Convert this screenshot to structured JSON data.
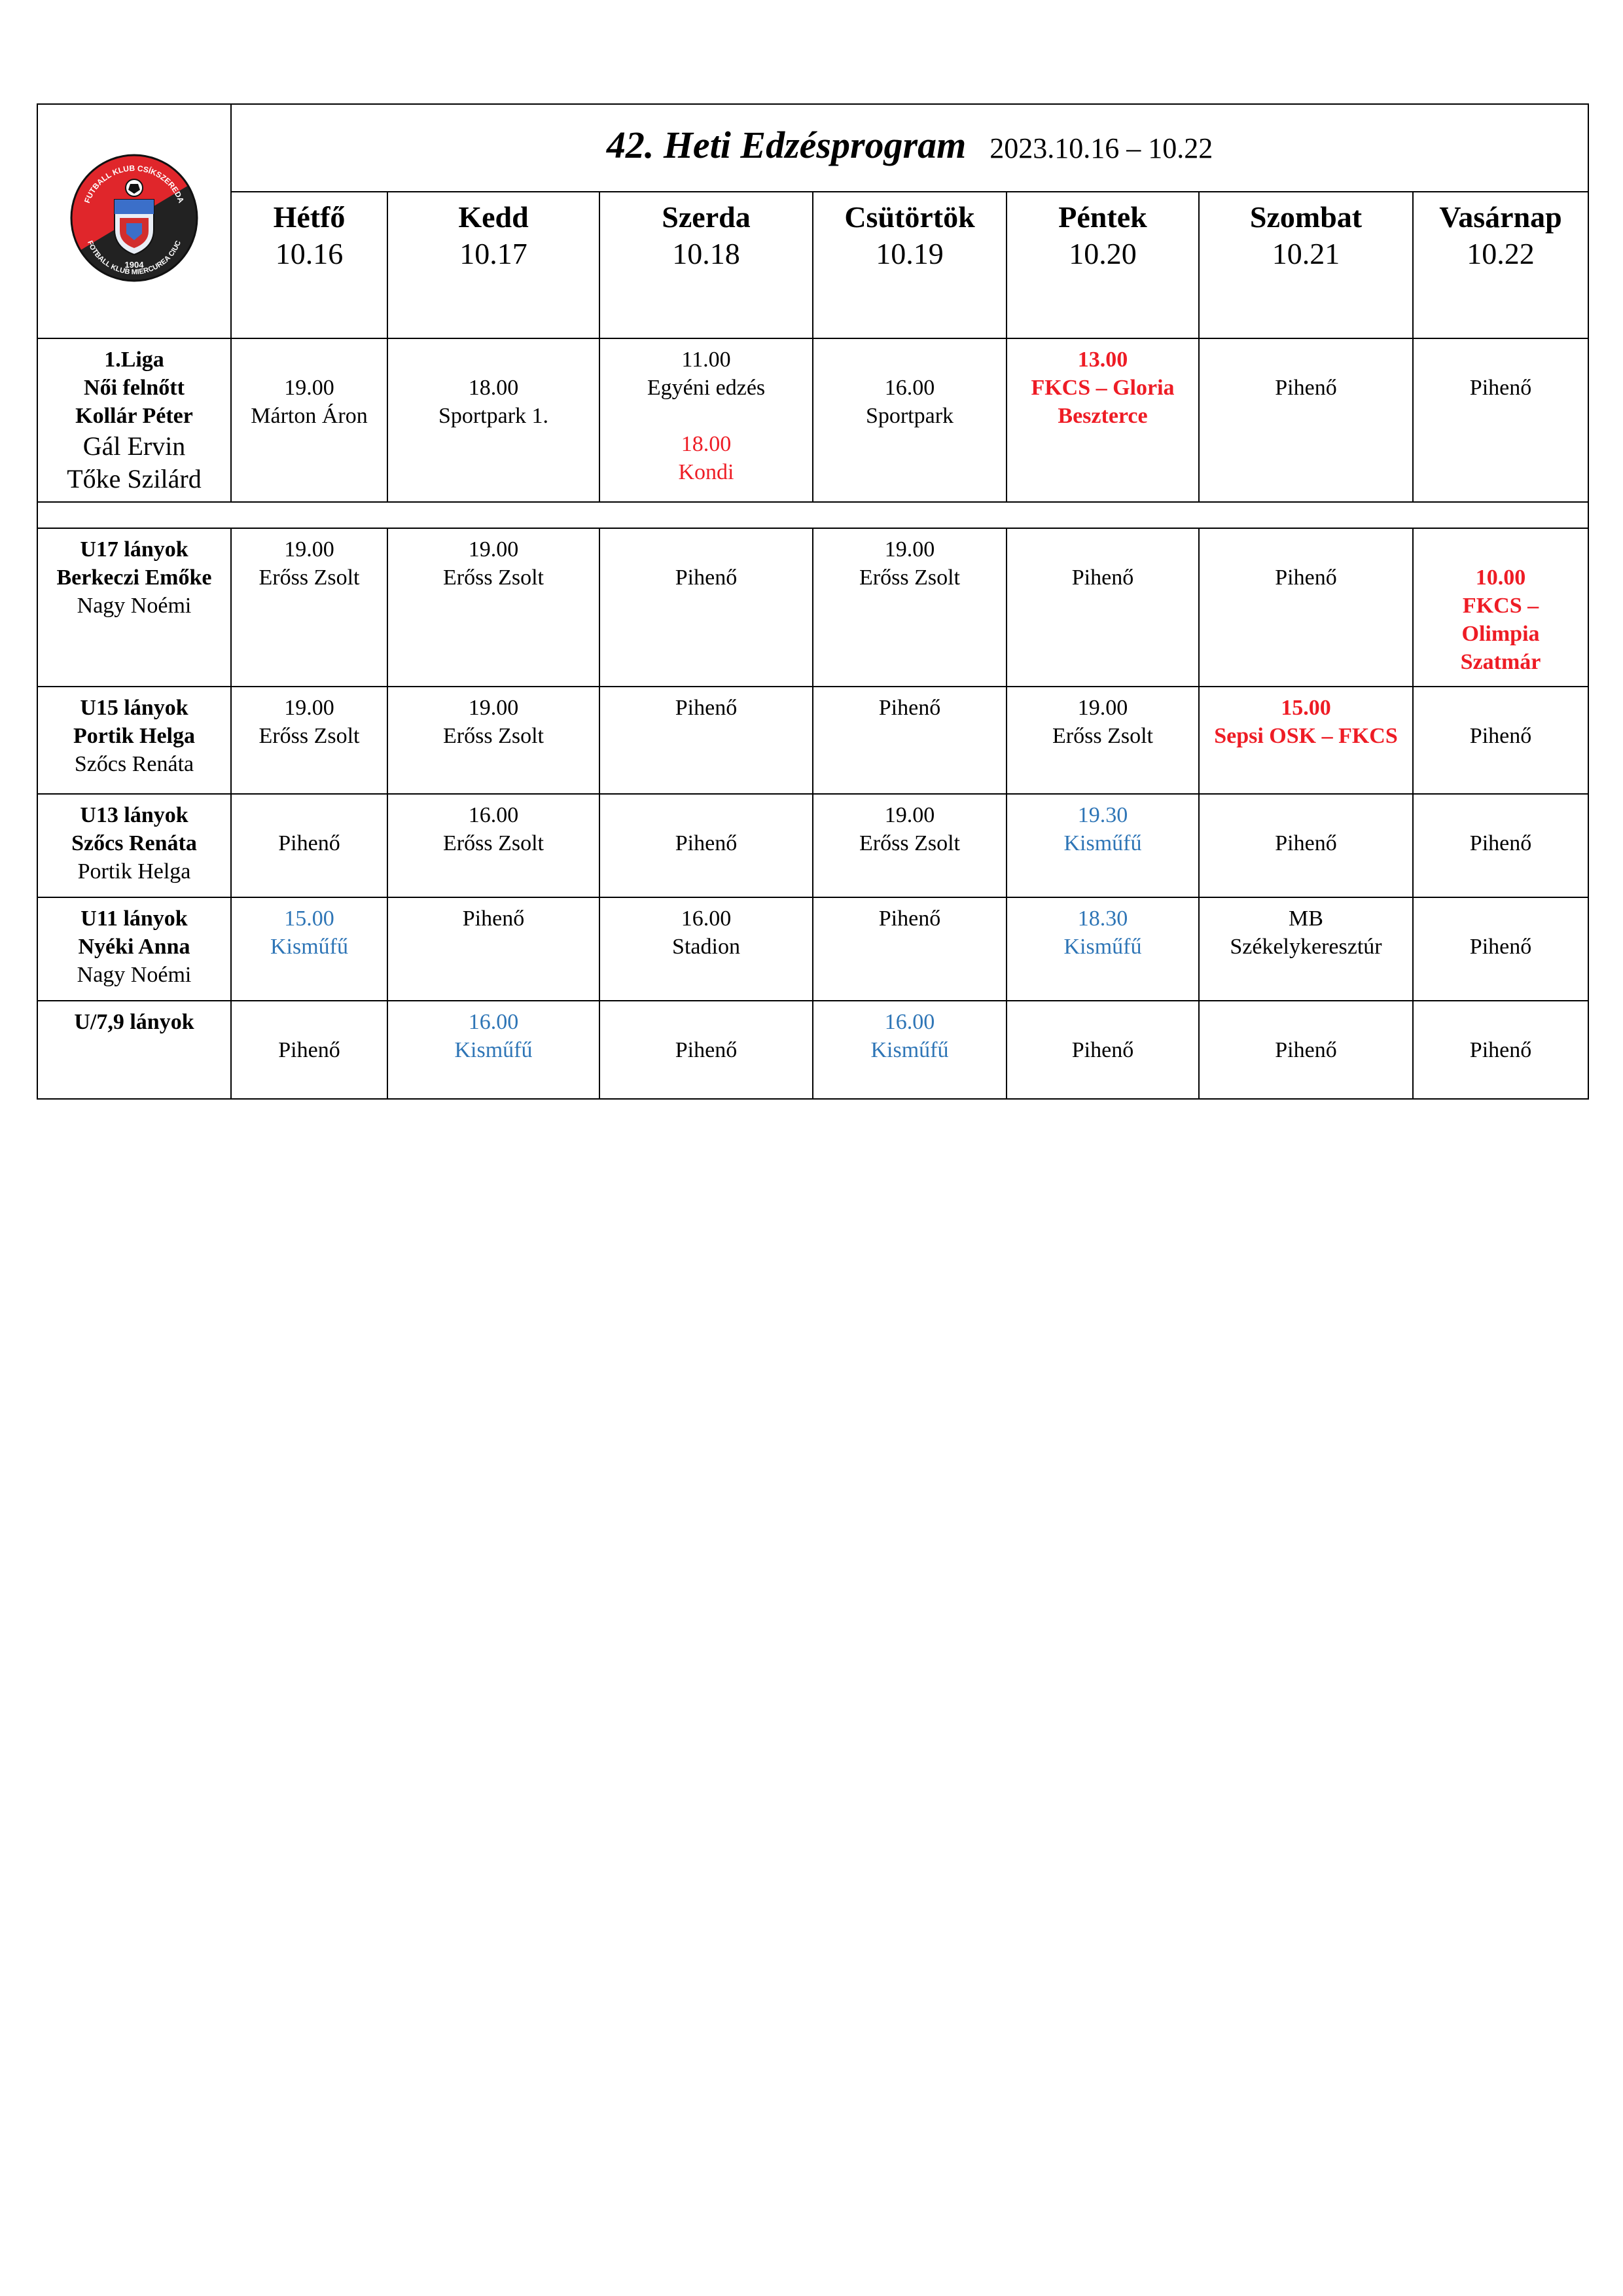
{
  "header": {
    "title": "42. Heti Edzésprogram",
    "date_range": "2023.10.16 – 10.22",
    "logo": {
      "top_text": "FUTBALL KLUB CSÍKSZEREDA",
      "bottom_text": "FOTBALL KLUB MIERCUREA CIUC",
      "year": "1904",
      "colors": {
        "red": "#e0262b",
        "black": "#222222"
      }
    }
  },
  "days": [
    {
      "name": "Hétfő",
      "date": "10.16"
    },
    {
      "name": "Kedd",
      "date": "10.17"
    },
    {
      "name": "Szerda",
      "date": "10.18"
    },
    {
      "name": "Csütörtök",
      "date": "10.19"
    },
    {
      "name": "Péntek",
      "date": "10.20"
    },
    {
      "name": "Szombat",
      "date": "10.21"
    },
    {
      "name": "Vasárnap",
      "date": "10.22"
    }
  ],
  "teams": [
    {
      "label_bold": [
        "1.Liga",
        "Női felnőtt",
        "Kollár Péter"
      ],
      "label_normal": [
        "Gál Ervin",
        "Tőke Szilárd"
      ],
      "cells": [
        {
          "lines": [
            "19.00",
            "Márton Áron"
          ]
        },
        {
          "lines": [
            "18.00",
            "Sportpark 1."
          ]
        },
        {
          "lines": [
            "11.00",
            "Egyéni edzés"
          ],
          "extra": [
            "18.00",
            "Kondi"
          ]
        },
        {
          "lines": [
            "16.00",
            "Sportpark"
          ]
        },
        {
          "lines": [
            "13.00",
            "FKCS – Gloria Beszterce"
          ]
        },
        {
          "lines": [
            "Pihenő"
          ]
        },
        {
          "lines": [
            "Pihenő"
          ]
        }
      ]
    },
    {
      "label_bold": [
        "U17 lányok",
        "Berkeczi Emőke"
      ],
      "label_normal": [
        "Nagy Noémi"
      ],
      "cells": [
        {
          "lines": [
            "19.00",
            "Erőss Zsolt"
          ]
        },
        {
          "lines": [
            "19.00",
            "Erőss Zsolt"
          ]
        },
        {
          "lines": [
            "Pihenő"
          ]
        },
        {
          "lines": [
            "19.00",
            "Erőss Zsolt"
          ]
        },
        {
          "lines": [
            "Pihenő"
          ]
        },
        {
          "lines": [
            "Pihenő"
          ]
        },
        {
          "lines": [
            "10.00",
            "FKCS –",
            "Olimpia",
            "Szatmár"
          ]
        }
      ]
    },
    {
      "label_bold": [
        "U15 lányok",
        "Portik Helga"
      ],
      "label_normal": [
        "Szőcs Renáta"
      ],
      "cells": [
        {
          "lines": [
            "19.00",
            "Erőss Zsolt"
          ]
        },
        {
          "lines": [
            "19.00",
            "Erőss Zsolt"
          ]
        },
        {
          "lines": [
            "Pihenő"
          ]
        },
        {
          "lines": [
            "Pihenő"
          ]
        },
        {
          "lines": [
            "19.00",
            "Erőss Zsolt"
          ]
        },
        {
          "lines": [
            "15.00",
            "Sepsi OSK – FKCS"
          ]
        },
        {
          "lines": [
            "Pihenő"
          ]
        }
      ]
    },
    {
      "label_bold": [
        "U13 lányok",
        "Szőcs Renáta"
      ],
      "label_normal": [
        "Portik Helga"
      ],
      "cells": [
        {
          "lines": [
            "Pihenő"
          ]
        },
        {
          "lines": [
            "16.00",
            "Erőss Zsolt"
          ]
        },
        {
          "lines": [
            "Pihenő"
          ]
        },
        {
          "lines": [
            "19.00",
            "Erőss Zsolt"
          ]
        },
        {
          "lines": [
            "19.30",
            "Kisműfű"
          ]
        },
        {
          "lines": [
            "Pihenő"
          ]
        },
        {
          "lines": [
            "Pihenő"
          ]
        }
      ]
    },
    {
      "label_bold": [
        "U11 lányok",
        "Nyéki Anna"
      ],
      "label_normal": [
        "Nagy Noémi"
      ],
      "cells": [
        {
          "lines": [
            "15.00",
            "Kisműfű"
          ]
        },
        {
          "lines": [
            "Pihenő"
          ]
        },
        {
          "lines": [
            "16.00",
            "Stadion"
          ]
        },
        {
          "lines": [
            "Pihenő"
          ]
        },
        {
          "lines": [
            "18.30",
            "Kisműfű"
          ]
        },
        {
          "lines": [
            "MB",
            "Székelykeresztúr"
          ]
        },
        {
          "lines": [
            "Pihenő"
          ]
        }
      ]
    },
    {
      "label_bold": [
        "U/7,9 lányok"
      ],
      "label_normal": [],
      "cells": [
        {
          "lines": [
            "Pihenő"
          ]
        },
        {
          "lines": [
            "16.00",
            "Kisműfű"
          ]
        },
        {
          "lines": [
            "Pihenő"
          ]
        },
        {
          "lines": [
            "16.00",
            "Kisműfű"
          ]
        },
        {
          "lines": [
            "Pihenő"
          ]
        },
        {
          "lines": [
            "Pihenő"
          ]
        },
        {
          "lines": [
            "Pihenő"
          ]
        }
      ]
    }
  ],
  "colors": {
    "match": "#ee1c25",
    "turf": "#2e75b6",
    "border": "#000000"
  }
}
